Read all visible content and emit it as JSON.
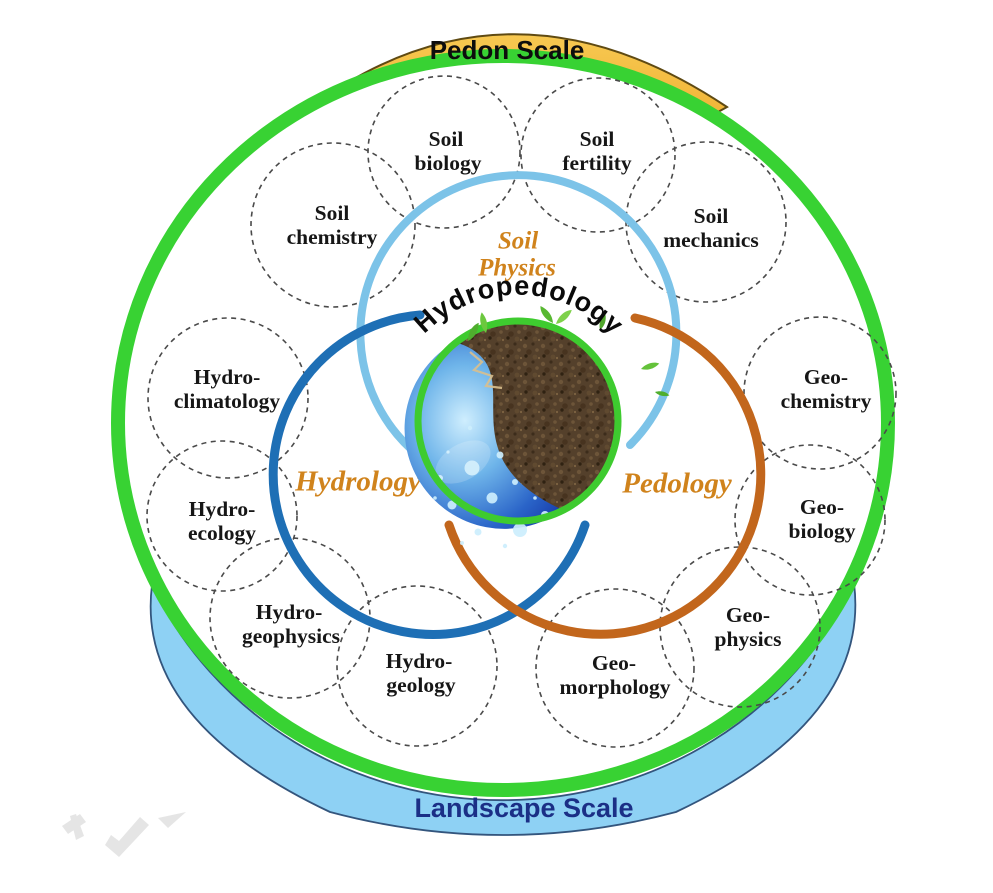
{
  "diagram": {
    "center_title": "Hydropedology",
    "top_banner": {
      "label": "Pedon Scale"
    },
    "bottom_banner": {
      "label": "Landscape Scale"
    },
    "core_disciplines": {
      "soil_physics": {
        "line1": "Soil",
        "line2": "Physics"
      },
      "hydrology": {
        "label": "Hydrology"
      },
      "pedology": {
        "label": "Pedology"
      }
    },
    "sub_disciplines": [
      {
        "line1": "Soil",
        "line2": "biology"
      },
      {
        "line1": "Soil",
        "line2": "fertility"
      },
      {
        "line1": "Soil",
        "line2": "chemistry"
      },
      {
        "line1": "Soil",
        "line2": "mechanics"
      },
      {
        "line1": "Hydro-",
        "line2": "climatology"
      },
      {
        "line1": "Geo-",
        "line2": "chemistry"
      },
      {
        "line1": "Hydro-",
        "line2": "ecology"
      },
      {
        "line1": "Geo-",
        "line2": "biology"
      },
      {
        "line1": "Hydro-",
        "line2": "geophysics"
      },
      {
        "line1": "Geo-",
        "line2": "physics"
      },
      {
        "line1": "Hydro-",
        "line2": "geology"
      },
      {
        "line1": "Geo-",
        "line2": "morphology"
      }
    ],
    "colors": {
      "outer_ring_green": "#38d233",
      "banner_gold": "#f2b83c",
      "band_blue": "#8ed1f4",
      "soil_physics_blue": "#7cc3e8",
      "hydrology_blue": "#1e6fb5",
      "pedology_brown": "#c2661c",
      "accent_text_orange": "#d0831c",
      "landscape_text_navy": "#1b2f86",
      "pedon_text_black": "#0d0d0d"
    }
  }
}
